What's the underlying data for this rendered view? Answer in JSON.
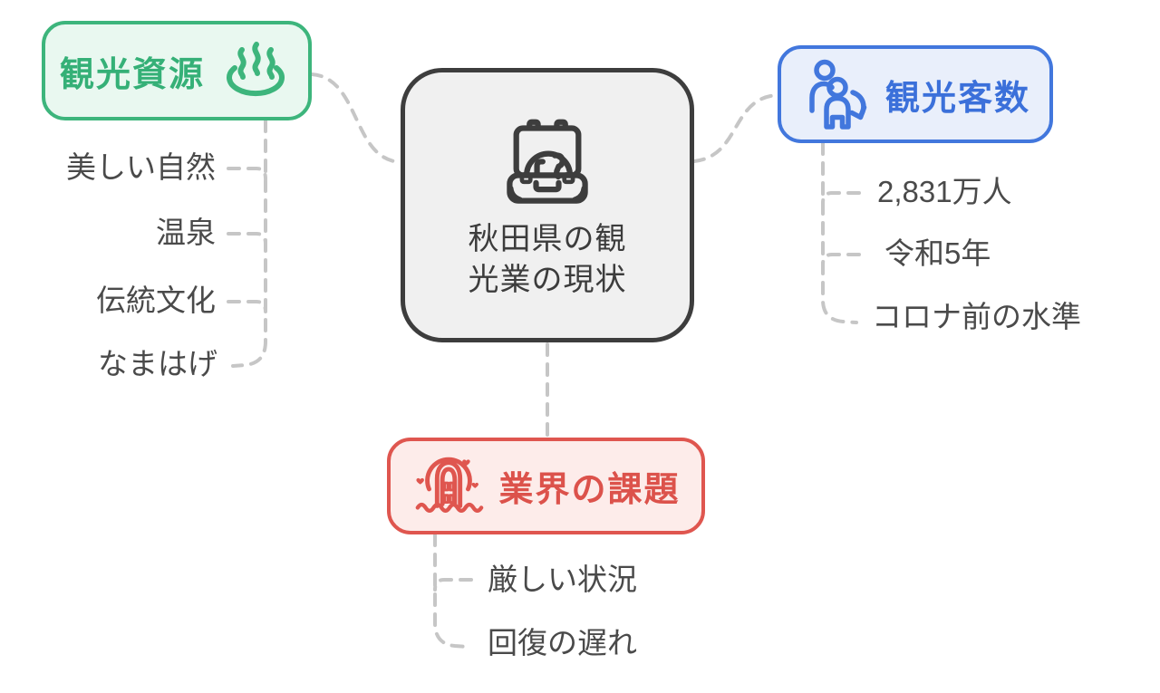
{
  "diagram": {
    "center": {
      "label_full": "秋田県の観光業の現状",
      "label_line1": "秋田県の観",
      "label_line2": "光業の現状",
      "icon": "open-suitcase-globe-icon",
      "border_color": "#3d3d3d",
      "bg_color": "#f0f0f0",
      "text_color": "#3c3c3c"
    },
    "branches": [
      {
        "id": "tourism-resources",
        "label": "観光資源",
        "icon": "hot-spring-icon",
        "accent_color": "#3db57c",
        "bg_color": "#e9f8f0",
        "items": [
          "美しい自然",
          "温泉",
          "伝統文化",
          "なまはげ"
        ]
      },
      {
        "id": "tourist-numbers",
        "label": "観光客数",
        "icon": "tourists-decline-icon",
        "accent_color": "#4277dd",
        "bg_color": "#e9effb",
        "items": [
          "2,831万人",
          "令和5年",
          "コロナ前の水準"
        ]
      },
      {
        "id": "industry-challenges",
        "label": "業界の課題",
        "icon": "sinking-booth-hearts-icon",
        "accent_color": "#df564f",
        "bg_color": "#fdecea",
        "items": [
          "厳しい状況",
          "回復の遅れ"
        ]
      }
    ],
    "connector_color": "#c6c6c6",
    "item_text_color": "#4a4a4a"
  }
}
